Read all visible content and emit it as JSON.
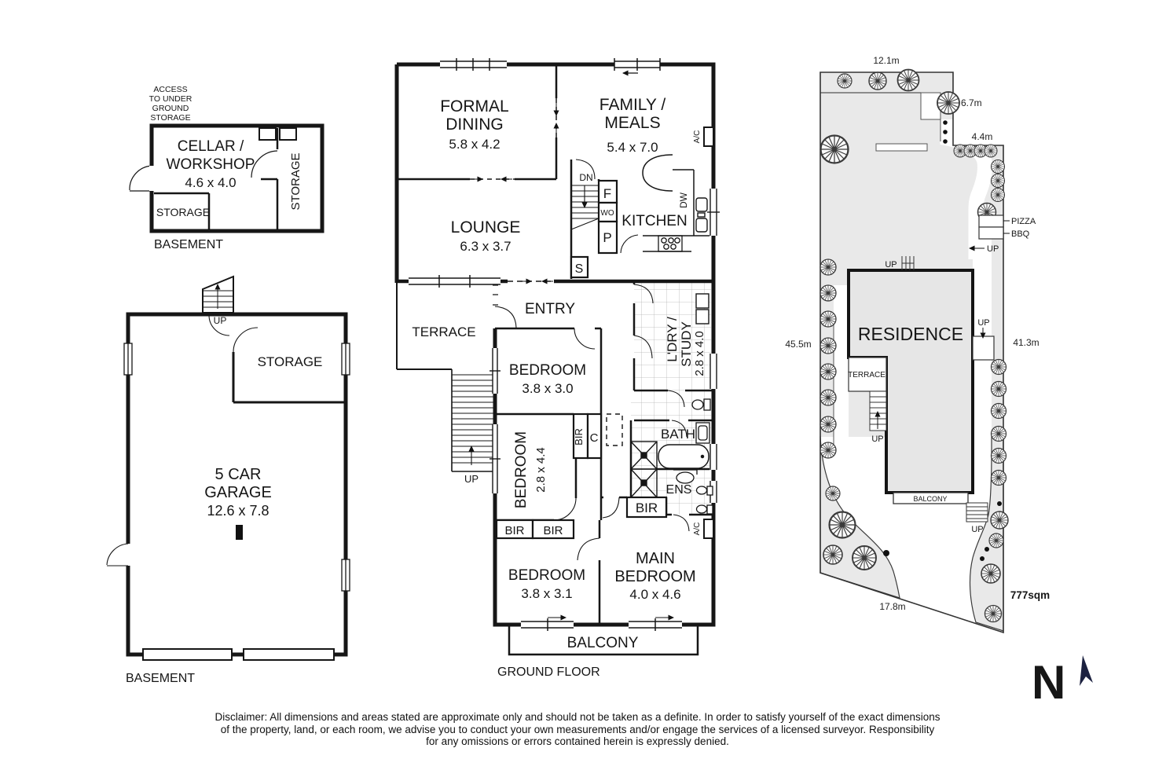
{
  "basement_upper": {
    "access_note": [
      "ACCESS",
      "TO UNDER",
      "GROUND",
      "STORAGE"
    ],
    "cellar_name": [
      "CELLAR /",
      "WORKSHOP"
    ],
    "cellar_dims": "4.6 x 4.0",
    "storage_left": "STORAGE",
    "storage_right": "STORAGE",
    "floor_label": "BASEMENT"
  },
  "garage": {
    "up": "UP",
    "storage": "STORAGE",
    "name": [
      "5 CAR",
      "GARAGE"
    ],
    "dims": "12.6 x 7.8",
    "floor_label": "BASEMENT"
  },
  "ground_floor": {
    "formal_dining": {
      "name": [
        "FORMAL",
        "DINING"
      ],
      "dims": "5.8 x 4.2"
    },
    "family_meals": {
      "name": [
        "FAMILY /",
        "MEALS"
      ],
      "dims": "5.4 x 7.0"
    },
    "lounge": {
      "name": "LOUNGE",
      "dims": "6.3 x 3.7"
    },
    "kitchen": "KITCHEN",
    "entry": "ENTRY",
    "terrace": "TERRACE",
    "bedroom1": {
      "name": "BEDROOM",
      "dims": "3.8 x 3.0"
    },
    "bedroom2": {
      "name": "BEDROOM",
      "dims": "2.8 x 4.4"
    },
    "bedroom3": {
      "name": "BEDROOM",
      "dims": "3.8 x 3.1"
    },
    "main_bedroom": {
      "name": [
        "MAIN",
        "BEDROOM"
      ],
      "dims": "4.0 x 4.6"
    },
    "laundry_study": {
      "name": [
        "L'DRY /",
        "STUDY"
      ],
      "dims": "2.8 x 4.0"
    },
    "bath": "BATH",
    "ens": "ENS",
    "bir": "BIR",
    "closet": "C",
    "balcony": "BALCONY",
    "labels": {
      "dn": "DN",
      "up": "UP",
      "f": "F",
      "wo": "WO",
      "p": "P",
      "s": "S",
      "dw": "DW",
      "ac": "A/C"
    },
    "floor_label": "GROUND FLOOR"
  },
  "site_plan": {
    "residence": "RESIDENCE",
    "terrace": "TERRACE",
    "balcony": "BALCONY",
    "up": "UP",
    "pizza": "PIZZA",
    "bbq": "BBQ",
    "dim_top": "12.1m",
    "dim_right_upper": "6.7m",
    "dim_right_step": "4.4m",
    "dim_left": "45.5m",
    "dim_right": "41.3m",
    "dim_bottom": "17.8m",
    "area": "777sqm"
  },
  "compass": {
    "north": "N"
  },
  "disclaimer": {
    "line1": "Disclaimer: All dimensions and areas stated are approximate only and should not be taken as a definite. In order to satisfy yourself of the exact dimensions",
    "line2": "of the property, land, or each room, we advise you to conduct your own measurements and/or engage the services of a licensed surveyor. Responsibility",
    "line3": "for any omissions or errors contained herein is expressly denied."
  },
  "colors": {
    "wall": "#161616",
    "land_fill": "#e9e9e9",
    "residence_fill": "#e6e6e6",
    "north_navy": "#1c2140",
    "tile": "#aaaaaa"
  }
}
